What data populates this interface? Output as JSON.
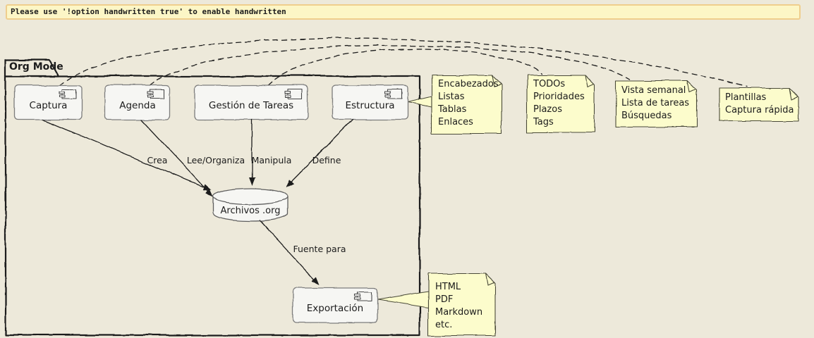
{
  "banner": {
    "text": "Please use '!option handwritten true' to enable handwritten"
  },
  "frame": {
    "title": "Org Mode"
  },
  "components": [
    {
      "label": "Captura"
    },
    {
      "label": "Agenda"
    },
    {
      "label": "Gestión de Tareas"
    },
    {
      "label": "Estructura"
    },
    {
      "label": "Exportación"
    }
  ],
  "database": {
    "label": "Archivos .org"
  },
  "edges": [
    {
      "from": "Captura",
      "to": "Archivos .org",
      "label": "Crea"
    },
    {
      "from": "Agenda",
      "to": "Archivos .org",
      "label": "Lee/Organiza"
    },
    {
      "from": "Gestión de Tareas",
      "to": "Archivos .org",
      "label": "Manipula"
    },
    {
      "from": "Estructura",
      "to": "Archivos .org",
      "label": "Define"
    },
    {
      "from": "Archivos .org",
      "to": "Exportación",
      "label": "Fuente para"
    }
  ],
  "notes": [
    {
      "attached_to": "Estructura",
      "lines": [
        "Encabezados",
        "Listas",
        "Tablas",
        "Enlaces"
      ]
    },
    {
      "attached_to": "Gestión de Tareas",
      "lines": [
        "TODOs",
        "Prioridades",
        "Plazos",
        "Tags"
      ]
    },
    {
      "attached_to": "Agenda",
      "lines": [
        "Vista semanal",
        "Lista de tareas",
        "Búsquedas"
      ]
    },
    {
      "attached_to": "Captura",
      "lines": [
        "Plantillas",
        "Captura rápida"
      ]
    },
    {
      "attached_to": "Exportación",
      "lines": [
        "HTML",
        "PDF",
        "Markdown",
        "etc."
      ]
    }
  ],
  "colors": {
    "background": "#EDE9DA",
    "note_fill": "#FCFCCC",
    "banner_fill": "#FCF6C6",
    "banner_border": "#EFCE8D",
    "component_fill": "#F6F6F3",
    "line": "#1C1C1C"
  }
}
